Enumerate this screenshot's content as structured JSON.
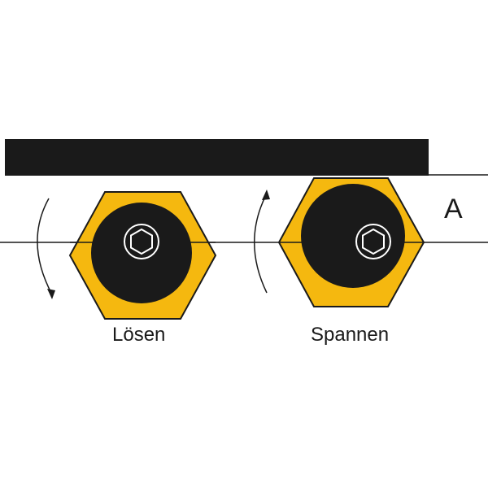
{
  "labels": {
    "loesen": "Lösen",
    "spannen": "Spannen",
    "a": "A"
  },
  "colors": {
    "nut_fill": "#f5b80f",
    "body_fill": "#1a1a1a",
    "line": "#1a1a1a",
    "background": "#ffffff"
  },
  "icons": {
    "arrow_loesen": "clockwise-arrow-icon",
    "arrow_spannen": "counterclockwise-arrow-icon",
    "hex_socket": "hex-socket-icon"
  }
}
